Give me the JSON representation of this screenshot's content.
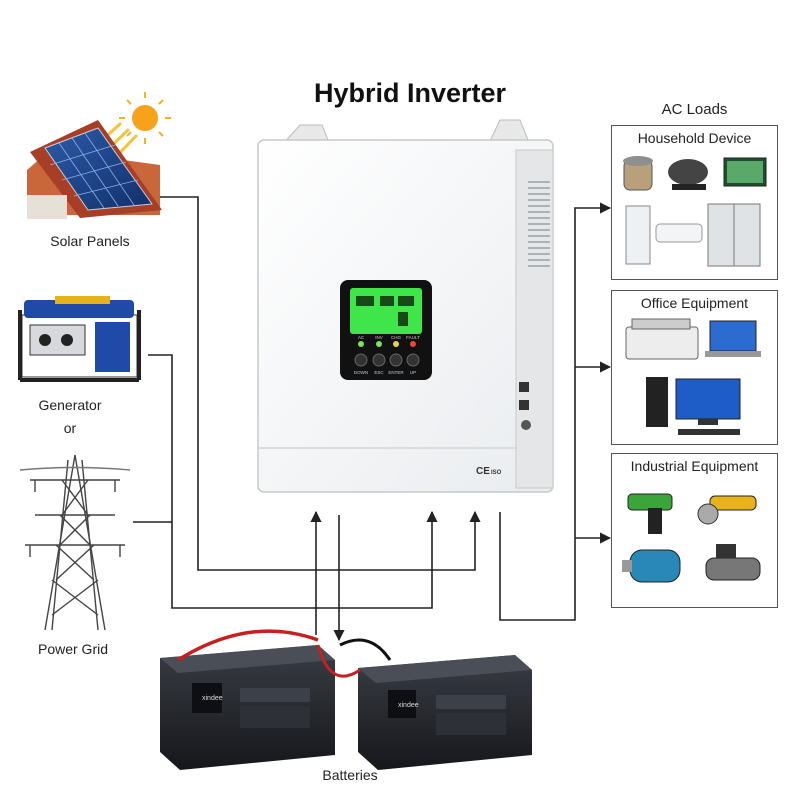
{
  "title": "Hybrid Inverter",
  "sources": {
    "solar": "Solar Panels",
    "generator": "Generator",
    "or": "or",
    "grid": "Power Grid"
  },
  "ac_loads": {
    "heading": "AC Loads",
    "groups": [
      {
        "label": "Household Device"
      },
      {
        "label": "Office Equipment"
      },
      {
        "label": "Industrial Equipment"
      }
    ]
  },
  "batteries": {
    "label": "Batteries",
    "brand": "xindee"
  },
  "inverter": {
    "buttons": [
      "DOWN",
      "ESC",
      "ENTER",
      "UP"
    ],
    "indicators": [
      "AC",
      "INV",
      "CHG",
      "FAULT"
    ],
    "certs": [
      "CE",
      "ISO"
    ]
  },
  "colors": {
    "lcd": "#3fe64a",
    "panel": "#111111",
    "battery_cable": "#c62020",
    "wire": "#222222"
  }
}
